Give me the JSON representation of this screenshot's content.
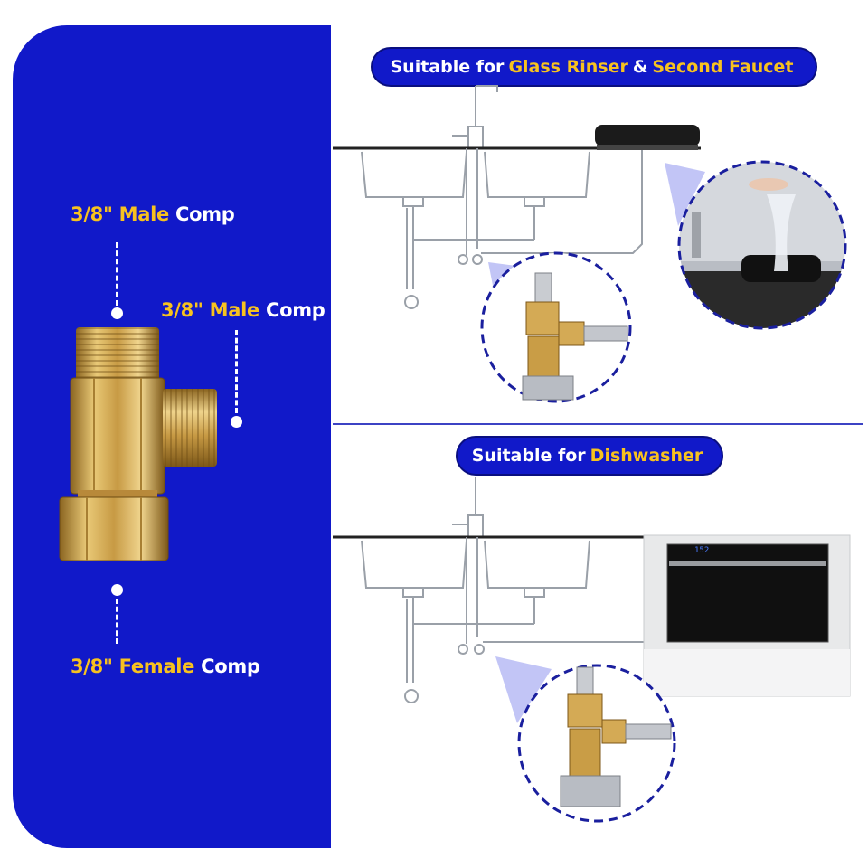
{
  "fitting_labels": {
    "top": {
      "size": "3/8\"",
      "type": "Male",
      "suffix": "Comp"
    },
    "side": {
      "size": "3/8\"",
      "type": "Male",
      "suffix": "Comp"
    },
    "bottom": {
      "size": "3/8\"",
      "type": "Female",
      "suffix": "Comp"
    }
  },
  "banners": {
    "top": {
      "prefix": "Suitable for",
      "item1": "Glass Rinser",
      "joiner": "&",
      "item2": "Second Faucet"
    },
    "bottom": {
      "prefix": "Suitable for",
      "item1": "Dishwasher"
    }
  },
  "dishwasher_display": "152",
  "colors": {
    "panel_blue": "#1119c9",
    "accent_yellow": "#f7c21f",
    "brass": "#d4aa55"
  }
}
